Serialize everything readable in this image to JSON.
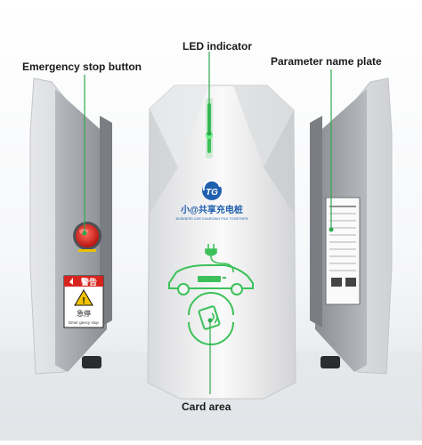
{
  "callouts": {
    "led_indicator": "LED indicator",
    "emergency_stop": "Emergency stop button",
    "parameter_plate": "Parameter name plate",
    "card_area": "Card area"
  },
  "device": {
    "brand_text": "小@共享充电桩",
    "brand_subtext": "BUSINESS CAR CHARGING PILE TOGETHER",
    "logo_letters": "TG"
  },
  "warning_label": {
    "title": "警告",
    "text": "急停",
    "subtext": "Emer gency stop"
  },
  "colors": {
    "callout_line": "#2fa84f",
    "accent_green": "#3cc15a",
    "brand_blue": "#1f5fae",
    "body_white": "#f2f2f2",
    "body_grey": "#8e9297",
    "estop_red": "#d8241f",
    "warning_yellow": "#f2c200"
  }
}
